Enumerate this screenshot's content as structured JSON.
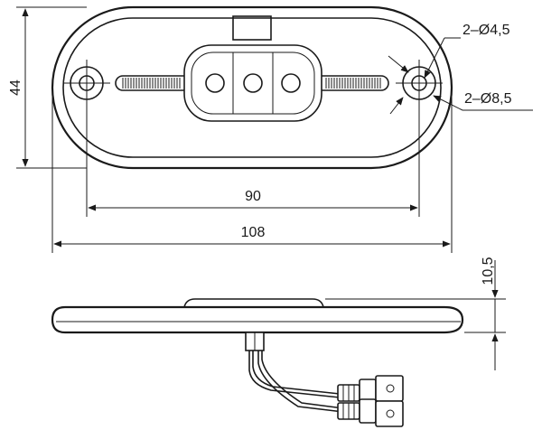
{
  "dimensions": {
    "height_top": "44",
    "hole_spacing": "90",
    "overall_length": "108",
    "small_hole": "2–Ø4,5",
    "large_hole": "2–Ø8,5",
    "side_height": "10,5"
  }
}
